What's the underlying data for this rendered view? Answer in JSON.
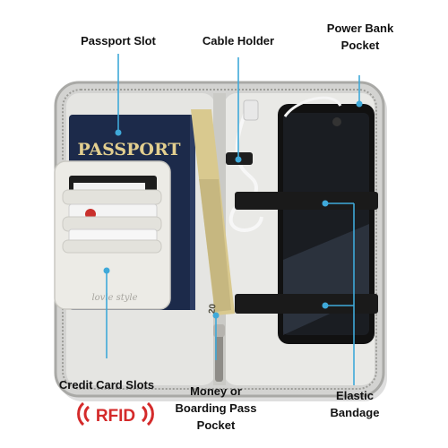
{
  "labels": {
    "passport_slot": "Passport Slot",
    "cable_holder": "Cable Holder",
    "power_bank": [
      "Power Bank",
      "Pocket"
    ],
    "credit_card_slots": "Credit Card Slots",
    "money_pocket": [
      "Money or",
      "Boarding Pass",
      "Pocket"
    ],
    "elastic_bandage": [
      "Elastic",
      "Bandage"
    ]
  },
  "product": {
    "passport_text": "PASSPORT",
    "rfid_text": "RFID",
    "brand_text": "lovie style",
    "banknote_value": "20"
  },
  "colors": {
    "callout": "#3fa9d9",
    "case_gray": "#cfcfcf",
    "case_light": "#e4e4e2",
    "passport_navy": "#1c2a4a",
    "passport_gold": "#e3cf8f",
    "rfid_red": "#d42a2a",
    "phone": "#111111",
    "band": "#1a1a1a"
  }
}
